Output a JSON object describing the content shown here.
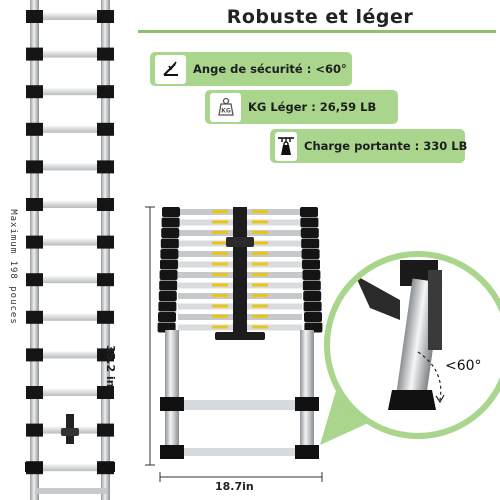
{
  "header": {
    "title": "Robuste et léger"
  },
  "features": [
    {
      "icon": "angle-check-icon",
      "label": "Ange de sécurité : <60°"
    },
    {
      "icon": "weight-kg-icon",
      "label": "KG Léger : 26,59 LB"
    },
    {
      "icon": "load-weight-icon",
      "label": "Charge portante : 330 LB"
    }
  ],
  "extended": {
    "caption": "Maximum 198 pouces"
  },
  "collapsed": {
    "height": "35.2 in",
    "width": "18.7in"
  },
  "detail": {
    "angle": "<60°"
  },
  "colors": {
    "accent_green": "#a9d58c",
    "rule_green": "#8fc070",
    "frame_black": "#1a1a1a",
    "aluminum": "#c9ccce"
  }
}
